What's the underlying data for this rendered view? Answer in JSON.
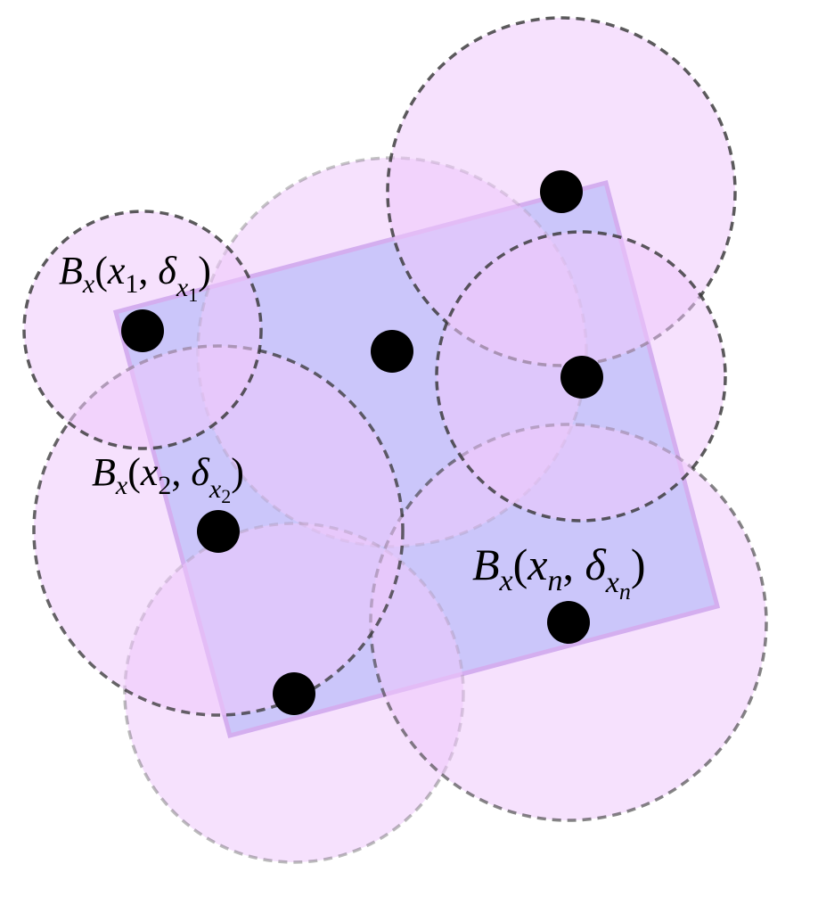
{
  "colors": {
    "square_fill": "#8fbaf8",
    "square_stroke": "#b48ee0",
    "ball_fill": "#eec8fb",
    "ball_stroke": "#333333",
    "point": "#000000"
  },
  "labels": [
    {
      "B": "B",
      "sub": "x",
      "open": "(",
      "x": "x",
      "xsub": "1",
      "comma": ", ",
      "delta": "δ",
      "dsub": "x",
      "dsubsub": "1",
      "close": ")"
    },
    {
      "B": "B",
      "sub": "x",
      "open": "(",
      "x": "x",
      "xsub": "2",
      "comma": ", ",
      "delta": "δ",
      "dsub": "x",
      "dsubsub": "2",
      "close": ")"
    },
    {
      "B": "B",
      "sub": "x",
      "open": "(",
      "x": "x",
      "xsub": "n",
      "comma": ", ",
      "delta": "δ",
      "dsub": "x",
      "dsubsub": "n",
      "close": ")"
    }
  ]
}
